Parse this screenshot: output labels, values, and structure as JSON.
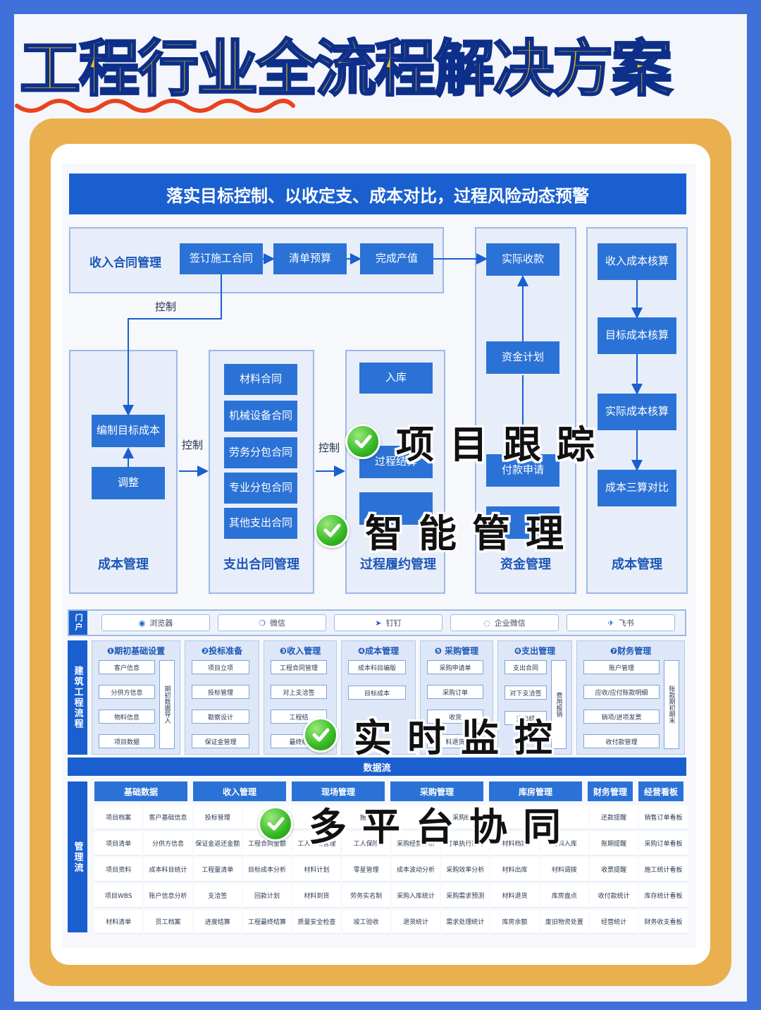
{
  "title": "工程行业全流程解决方案",
  "banner": "落实目标控制、以收定支、成本对比，过程风险动态预警",
  "top_group": {
    "label": "收入合同管理",
    "steps": [
      "签订施工合同",
      "清单预算",
      "完成产值"
    ]
  },
  "control_label": "控制",
  "groups": {
    "cost": {
      "label": "成本管理",
      "boxes": [
        "编制目标成本",
        "调整"
      ]
    },
    "expense": {
      "label": "支出合同管理",
      "boxes": [
        "材料合同",
        "机械设备合同",
        "劳务分包合同",
        "专业分包合同",
        "其他支出合同"
      ]
    },
    "process": {
      "label": "过程履约管理",
      "boxes": [
        "入库",
        "过程结算"
      ]
    },
    "fund": {
      "label": "资金管理",
      "boxes": [
        "实际收款",
        "资金计划",
        "付款申请"
      ]
    },
    "cost2": {
      "label": "成本管理",
      "boxes": [
        "收入成本核算",
        "目标成本核算",
        "实际成本核算",
        "成本三算对比"
      ]
    }
  },
  "portal": {
    "tag": "门户",
    "items": [
      {
        "label": "浏览器",
        "icon": "chrome-icon"
      },
      {
        "label": "微信",
        "icon": "wechat-icon"
      },
      {
        "label": "钉钉",
        "icon": "dingtalk-icon"
      },
      {
        "label": "企业微信",
        "icon": "wecom-icon"
      },
      {
        "label": "飞书",
        "icon": "feishu-icon"
      }
    ]
  },
  "flow": {
    "tag": "建筑工程流程",
    "cols": [
      {
        "title": "❶期初基础设置",
        "items": [
          "客户信息",
          "分供方信息",
          "物料信息",
          "项目数据"
        ],
        "side": "期初数据导入"
      },
      {
        "title": "❷投标准备",
        "items": [
          "项目立项",
          "投标管理",
          "勘察设计",
          "保证金管理"
        ]
      },
      {
        "title": "❸收入管理",
        "items": [
          "工程合同管理",
          "对上支洽签",
          "工程结",
          "最终结"
        ]
      },
      {
        "title": "❹成本管理",
        "items": [
          "成本科目编版",
          "目标成本"
        ]
      },
      {
        "title": "❺ 采购管理",
        "items": [
          "采购申请单",
          "采购订单",
          "收货",
          "料退货"
        ]
      },
      {
        "title": "❻支出管理",
        "items": [
          "支出合同",
          "对下支洽签",
          "支出结"
        ],
        "side": "费用报销"
      },
      {
        "title": "❼财务管理",
        "items": [
          "账户管理",
          "应收/应付账款明细",
          "销项/进项发票",
          "收付款管理"
        ],
        "side": "账款期初期末"
      }
    ]
  },
  "dataflow": "数据流",
  "mgmt": {
    "tag": "管理流",
    "heads": [
      "基础数据",
      "收入管理",
      "现场管理",
      "采购管理",
      "库房管理",
      "财务管理",
      "经营看板"
    ],
    "rows": [
      [
        "项目档案",
        "客户基础信息",
        "投标管理",
        "保证",
        "",
        "施工",
        "",
        "采购统计",
        "",
        "",
        "还款提醒",
        "销售订单看板"
      ],
      [
        "项目清单",
        "分供方信息",
        "保证金返还金额",
        "工程合同金额",
        "工人到场管理",
        "工人保险",
        "采购经营分析",
        "订单执行跟踪",
        "材料档案",
        "材料入库",
        "账期提醒",
        "采购订单看板"
      ],
      [
        "项目资料",
        "成本科目统计",
        "工程量清单",
        "目标成本分析",
        "材料计划",
        "零星管理",
        "成本波动分析",
        "采购效率分析",
        "材料出库",
        "材料调拨",
        "收票提醒",
        "施工统计看板"
      ],
      [
        "项目WBS",
        "账户信息分析",
        "支洽签",
        "回款计划",
        "材料到货",
        "劳务实名制",
        "采购入库统计",
        "采购需求预测",
        "材料退货",
        "库房盘点",
        "收付款统计",
        "库存统计看板"
      ],
      [
        "材料清单",
        "员工档案",
        "进度结算",
        "工程最终结算",
        "质量安全检查",
        "竣工验收",
        "退货统计",
        "需求处理统计",
        "库房余额",
        "废旧物资处置",
        "经营统计",
        "财务收支看板"
      ]
    ]
  },
  "overlays": [
    "项目跟踪",
    "智能管理",
    "实时监控",
    "多平台协同"
  ],
  "colors": {
    "accent": "#1a5fcf",
    "title_fill": "#f3c21a",
    "board": "#eab04f",
    "check": "#34b824"
  }
}
